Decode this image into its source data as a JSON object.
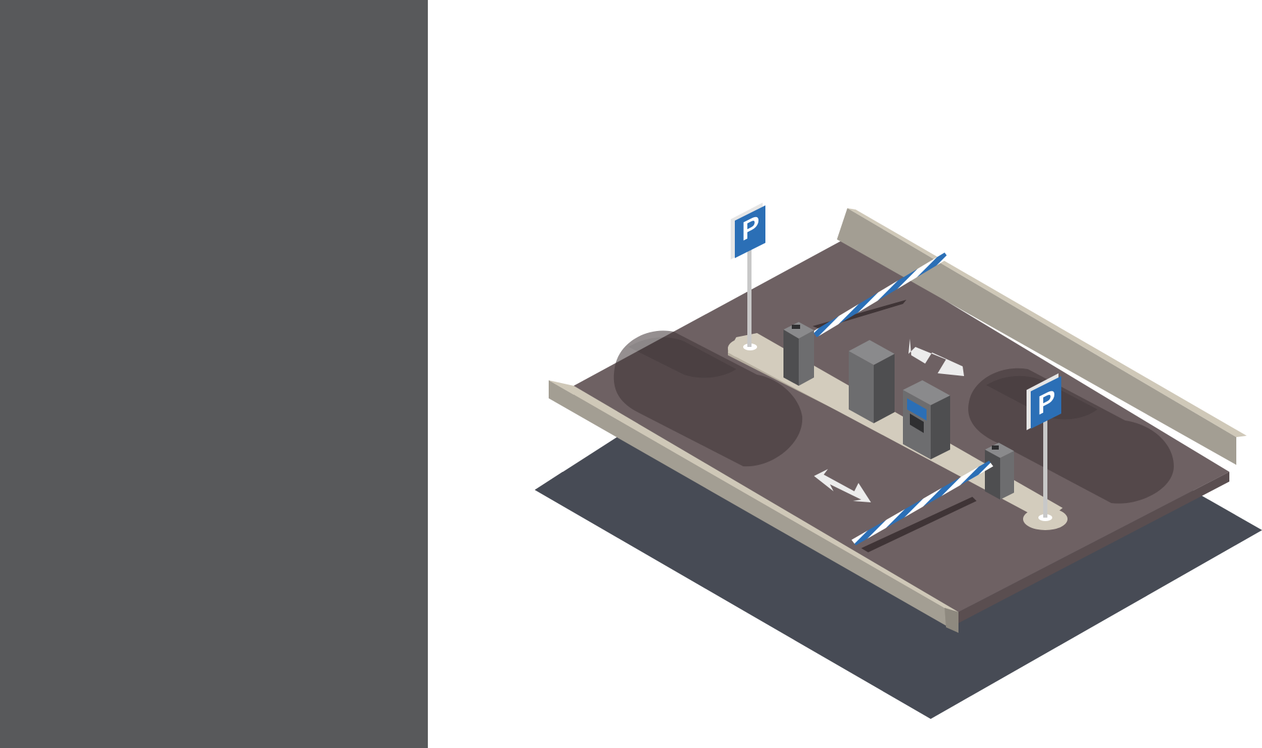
{
  "colors": {
    "left_panel": "#58595b",
    "background": "#ffffff",
    "ground_shadow": "#474b55",
    "asphalt": "#6e6163",
    "asphalt_edge": "#5a4e50",
    "curb_top": "#cfc8b8",
    "curb_side": "#a39e93",
    "island": "#d3ccbd",
    "machine_dark": "#4e4e50",
    "machine_mid": "#6d6d6f",
    "machine_light": "#8a8a8c",
    "sign_blue": "#2b6fb6",
    "barrier_stripe": "#2b6fb6",
    "arrow": "#ececec",
    "car_shadow": "#3f3436"
  },
  "signs": [
    {
      "name": "parking-sign-left",
      "letter": "P"
    },
    {
      "name": "parking-sign-right",
      "letter": "P"
    }
  ],
  "illustration": {
    "elements": [
      "parking-lot",
      "entry-barrier",
      "exit-barrier",
      "ticket-dispenser",
      "pay-station",
      "exit-terminal",
      "cabinet",
      "direction-arrow-in",
      "direction-arrow-out",
      "car-left",
      "car-right"
    ]
  }
}
